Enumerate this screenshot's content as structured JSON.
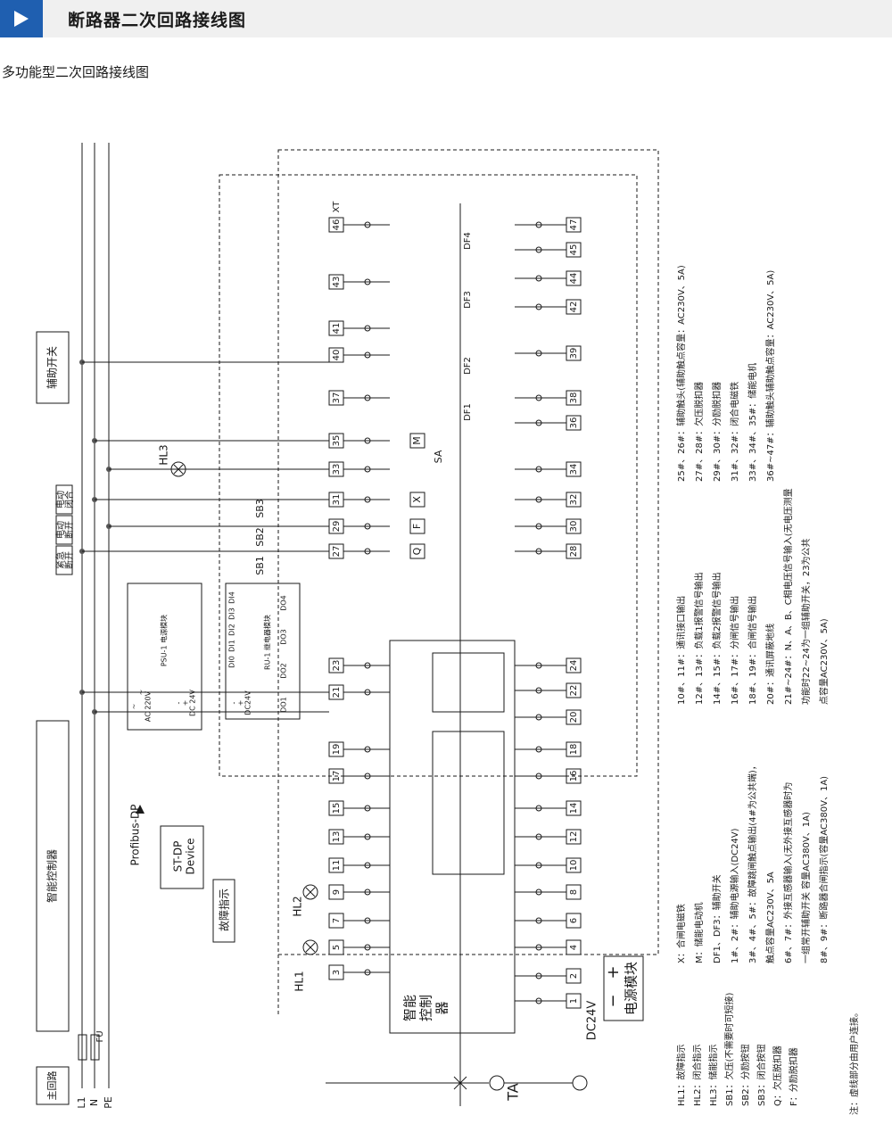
{
  "header": {
    "title": "断路器二次回路接线图"
  },
  "subtitle": "多功能型二次回路接线图",
  "bus_labels": [
    "L1",
    "N",
    "PE"
  ],
  "boxes": {
    "main_circuit": "主回路",
    "smart_controller": "智能控制器",
    "aux_switch": "辅助开关",
    "emergency_off": [
      "紧急",
      "断开"
    ],
    "electric_off": [
      "电动",
      "断开"
    ],
    "electric_on": [
      "电动",
      "闭合"
    ],
    "fault_indicator": "故障指示",
    "st_dp": [
      "ST-DP",
      "Device"
    ],
    "profibus": "Profibus-DP",
    "psu_title": "PSU-1 电源模块",
    "psu_ac": [
      "~",
      "~",
      "AC 220V"
    ],
    "psu_dc": [
      "-",
      "+",
      "DC 24V"
    ],
    "relay_title": "RU-1 继电器模块",
    "relay_di": [
      "DI0",
      "DI1",
      "DI2",
      "DI3",
      "DI4"
    ],
    "relay_do": [
      "DO1",
      "DO2",
      "DO3",
      "DO4"
    ],
    "relay_dc": [
      "-",
      "+",
      "DC24V"
    ],
    "controller_core": [
      "智能",
      "控制",
      "器"
    ],
    "power_module": "电源模块",
    "dc24v": "DC24V",
    "ta": "TA",
    "fu": "FU",
    "xt": "XT",
    "plus": "+",
    "minus": "−"
  },
  "component_labels": {
    "HL1": "HL1",
    "HL2": "HL2",
    "HL3": "HL3",
    "SB1": "SB1",
    "SB2": "SB2",
    "SB3": "SB3",
    "SA": "SA",
    "DF1": "DF1",
    "DF2": "DF2",
    "DF3": "DF3",
    "DF4": "DF4",
    "Q": "Q",
    "F": "F",
    "X": "X",
    "M": "M"
  },
  "terminals_left": [
    "3",
    "5",
    "7",
    "9",
    "11",
    "13",
    "15",
    "17",
    "19",
    "21",
    "23",
    "27",
    "29",
    "31",
    "33",
    "35",
    "37",
    "40",
    "41",
    "43",
    "46"
  ],
  "terminals_right": [
    "1",
    "2",
    "4",
    "6",
    "8",
    "10",
    "12",
    "14",
    "16",
    "18",
    "20",
    "22",
    "24",
    "28",
    "30",
    "32",
    "34",
    "36",
    "38",
    "39",
    "42",
    "44",
    "45",
    "47"
  ],
  "legend1": [
    "HL1：故障指示",
    "HL2：闭合指示",
    "HL3：储能指示",
    "SB1：欠压(不需要时可短接)",
    "SB2：分励按钮",
    "SB3：闭合按钮",
    "Q：欠压脱扣器",
    "F：分励脱扣器"
  ],
  "legend2": [
    "X：合闸电磁铁",
    "M：储能电动机",
    "DF1、DF3：辅助开关",
    "1#、2#：辅助电源输入(DC24V)",
    "3#、4#、5#：故障跳闸触点输出(4#为公共端)，",
    "触点容量AC230V、5A",
    "6#、7#：外接互感器输入(无外接互感器时为",
    "一组常开辅助开关 容量AC380V、1A)",
    "8#、9#：断路器合闸指示(容量AC380V、1A)"
  ],
  "legend3": [
    "10#、11#：通讯接口输出",
    "12#、13#：负载1报警信号输出",
    "14#、15#：负载2报警信号输出",
    "16#、17#：分闸信号输出",
    "18#、19#：合闸信号输出",
    "20#：通讯屏蔽地线",
    "21#~24#：N、A、B、C相电压信号输入(无电压测量",
    "功能时22~24为一组辅助开关，23为公共",
    "点容量AC230V、5A)"
  ],
  "legend4": [
    "25#、26#：辅助触头(辅助触点容量：AC230V、5A)",
    "27#、28#：欠压脱扣器",
    "29#、30#：分励脱扣器",
    "31#、32#：闭合电磁铁",
    "33#、34#、35#：储能电机",
    "36#~47#：辅助触头辅助触点容量：AC230V、5A)"
  ],
  "note": "注：虚线部分由用户连接。"
}
